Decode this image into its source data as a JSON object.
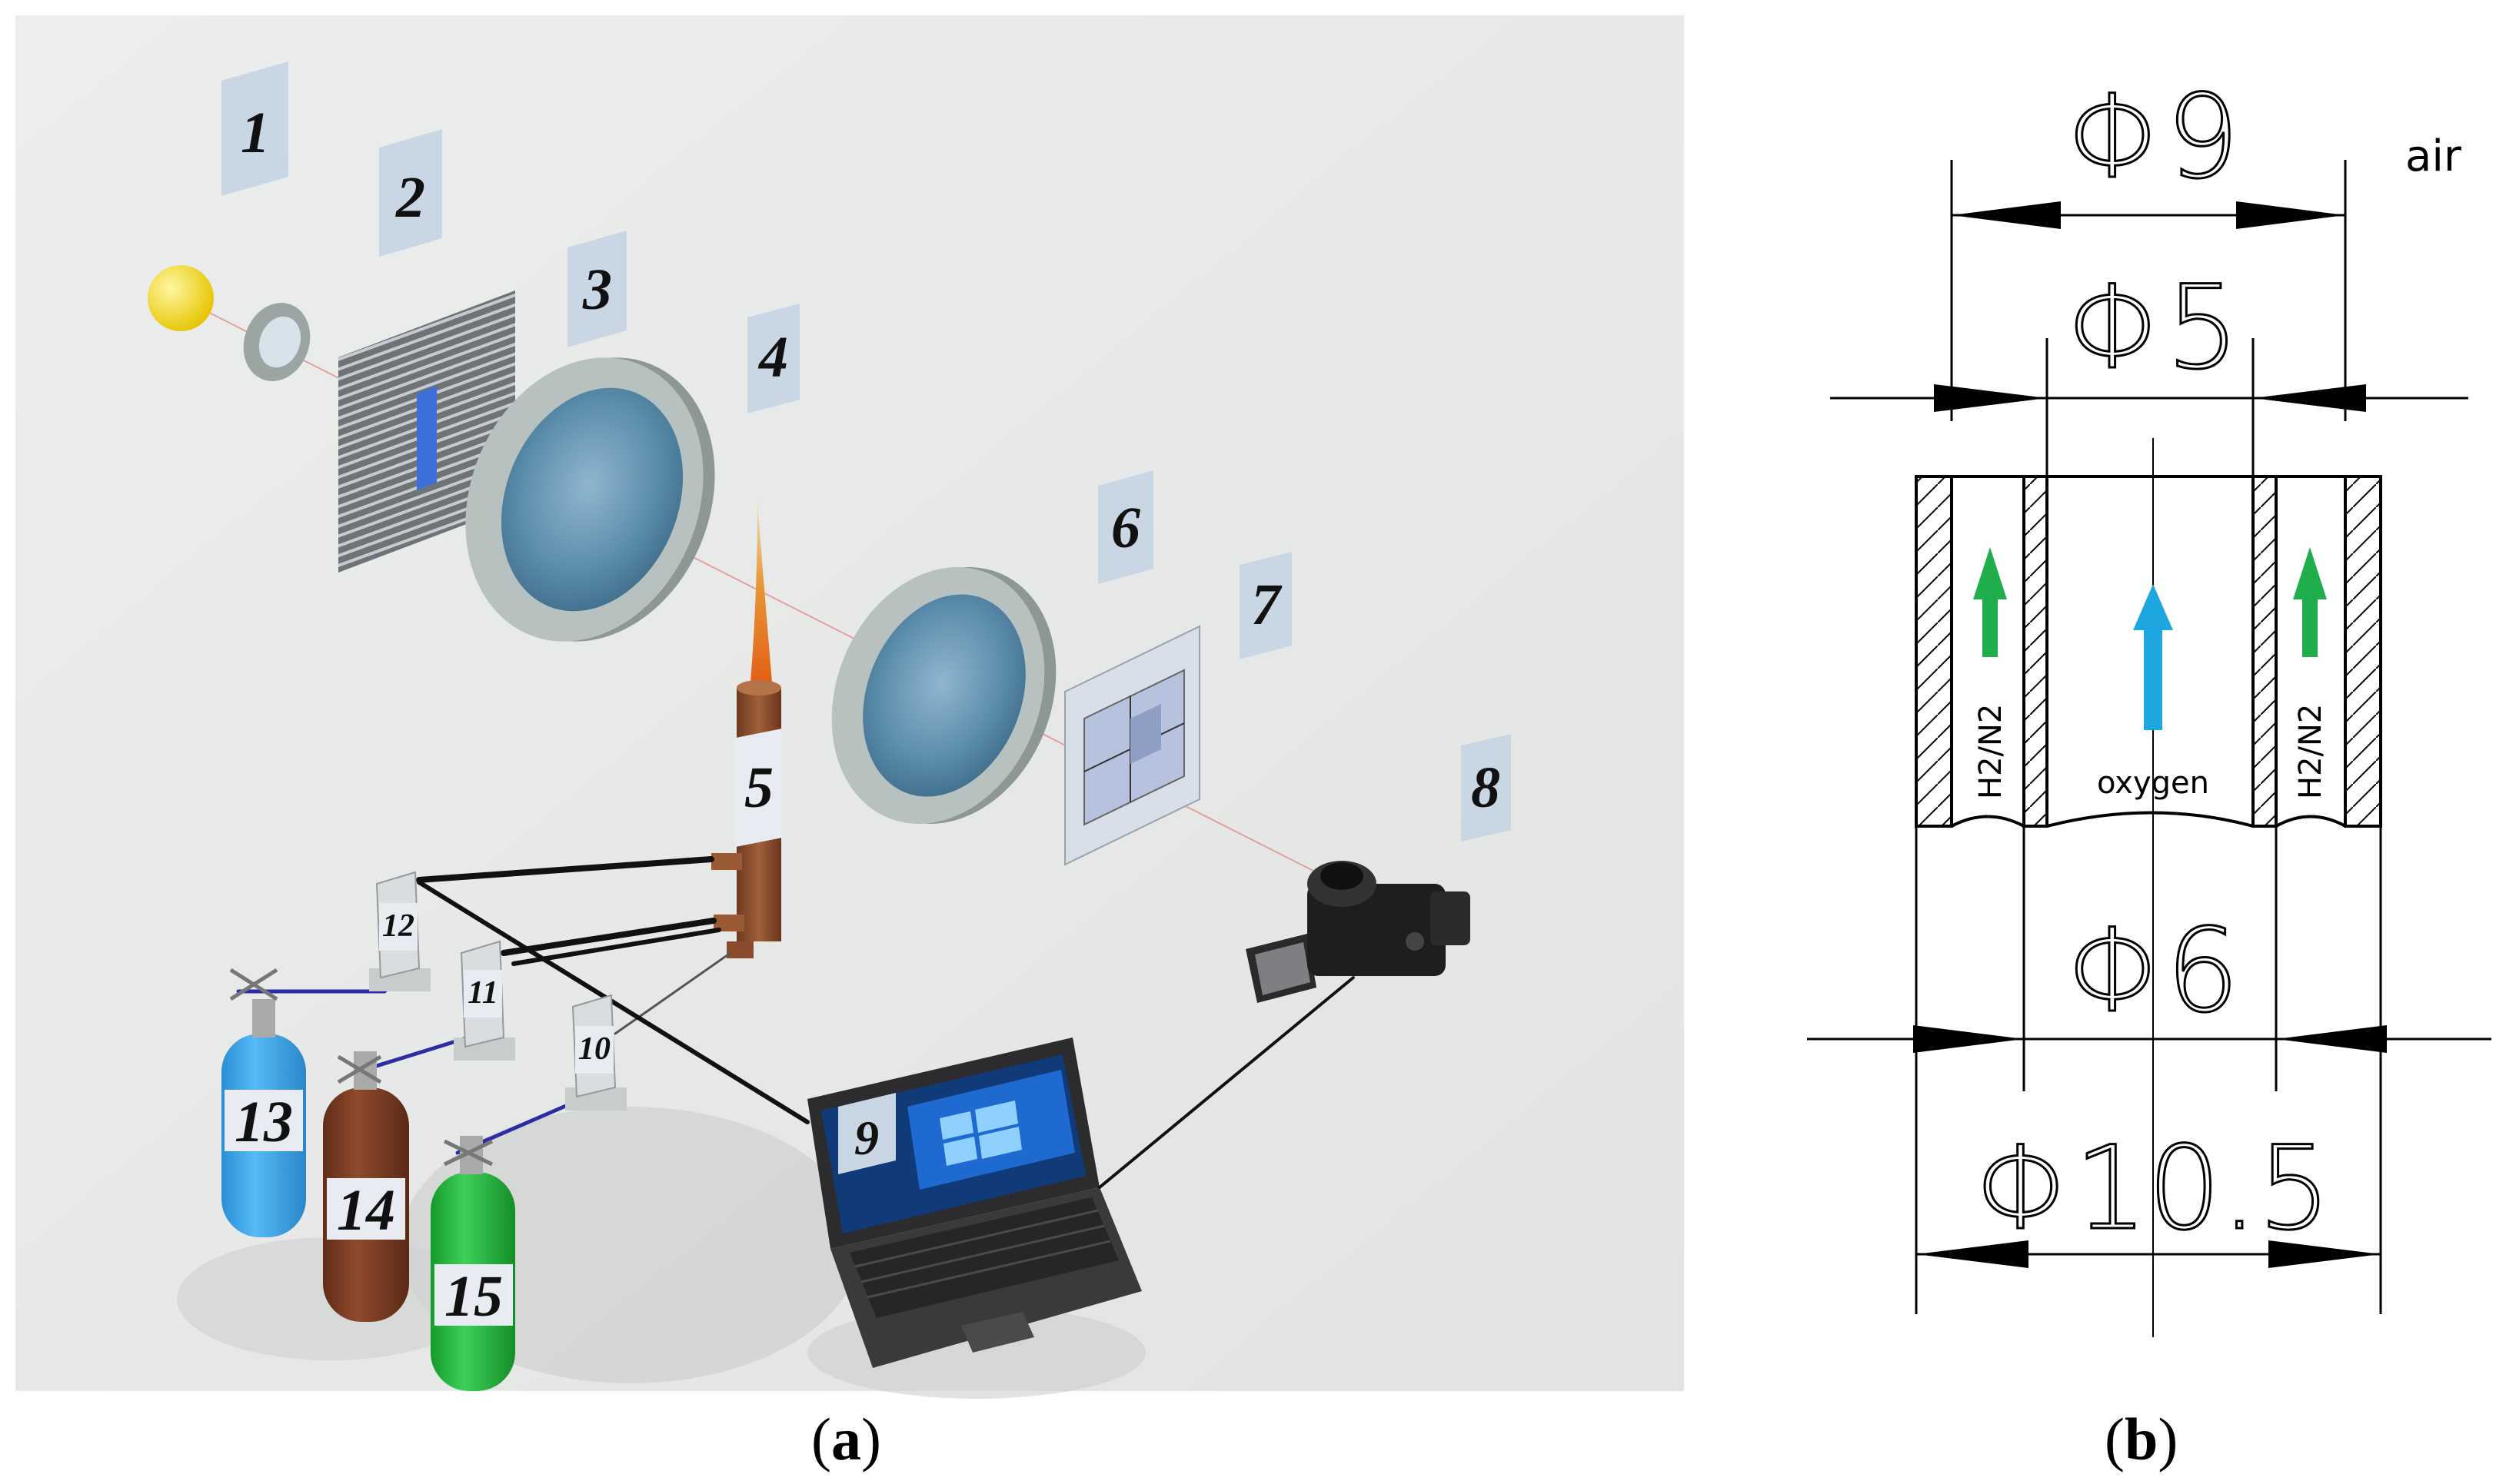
{
  "panel_a": {
    "caption_open": "(",
    "caption_letter": "a",
    "caption_close": ")",
    "labels": [
      "1",
      "2",
      "3",
      "4",
      "5",
      "6",
      "7",
      "8",
      "9",
      "10",
      "11",
      "12",
      "13",
      "14",
      "15"
    ],
    "colors": {
      "background": "#e9ebea",
      "lens_rim": "#a9b4b3",
      "lens_glass": "#5e8fae",
      "bulb": "#f2dc1c",
      "burner": "#8a4a2b",
      "flame": "#d9771f",
      "cylinder_13": "#3aa6ea",
      "cylinder_14": "#7a3b22",
      "cylinder_15": "#22b23a",
      "label_card": "#c9d6e4"
    },
    "screen_logo": "windows-logo"
  },
  "panel_b": {
    "caption_open": "(",
    "caption_letter": "b",
    "caption_close": ")",
    "dim_top_outer": "Φ9",
    "dim_top_inner": "Φ5",
    "dim_bottom_inner": "Φ6",
    "dim_bottom_outer": "Φ10.5",
    "label_air": "air",
    "label_center": "oxygen",
    "label_left": "H2/N2",
    "label_right": "H2/N2",
    "colors": {
      "outer_arrow": "#1fae4b",
      "center_arrow": "#1ea6e0",
      "line": "#000000"
    }
  }
}
